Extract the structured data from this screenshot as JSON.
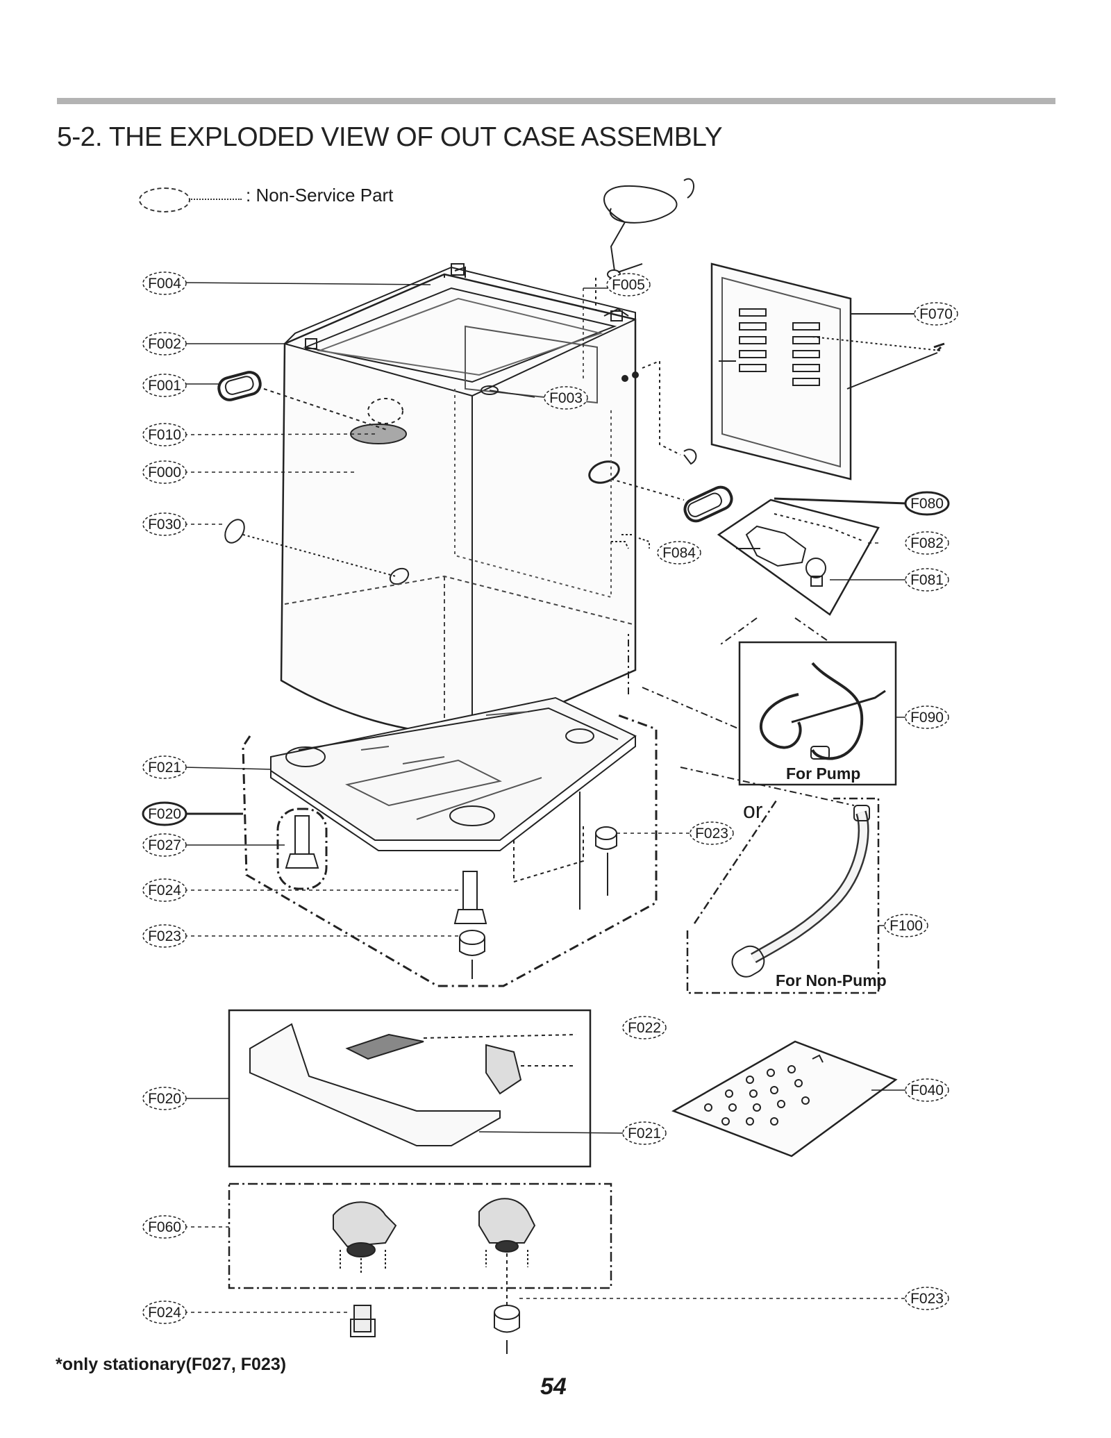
{
  "title": "5-2. THE EXPLODED VIEW OF OUT CASE ASSEMBLY",
  "legend": {
    "text": ": Non-Service Part"
  },
  "callouts": [
    {
      "id": "F004",
      "label": "F004"
    },
    {
      "id": "F005",
      "label": "F005"
    },
    {
      "id": "F070",
      "label": "F070"
    },
    {
      "id": "F002",
      "label": "F002"
    },
    {
      "id": "F001",
      "label": "F001"
    },
    {
      "id": "F003",
      "label": "F003"
    },
    {
      "id": "F010",
      "label": "F010"
    },
    {
      "id": "F000",
      "label": "F000"
    },
    {
      "id": "F080",
      "label": "F080"
    },
    {
      "id": "F030",
      "label": "F030"
    },
    {
      "id": "F082",
      "label": "F082"
    },
    {
      "id": "F084",
      "label": "F084"
    },
    {
      "id": "F081",
      "label": "F081"
    },
    {
      "id": "F090",
      "label": "F090"
    },
    {
      "id": "F021",
      "label": "F021"
    },
    {
      "id": "F020",
      "label": "F020"
    },
    {
      "id": "F027",
      "label": "F027"
    },
    {
      "id": "F023",
      "label": "F023"
    },
    {
      "id": "F024",
      "label": "F024"
    },
    {
      "id": "F023b",
      "label": "F023"
    },
    {
      "id": "F100",
      "label": "F100"
    },
    {
      "id": "F022",
      "label": "F022"
    },
    {
      "id": "F040",
      "label": "F040"
    },
    {
      "id": "F020b",
      "label": "F020"
    },
    {
      "id": "F021b",
      "label": "F021"
    },
    {
      "id": "F060",
      "label": "F060"
    },
    {
      "id": "F024b",
      "label": "F024"
    },
    {
      "id": "F023c",
      "label": "F023"
    }
  ],
  "captions": {
    "for_pump": "For Pump",
    "or": "or",
    "for_non_pump": "For Non-Pump"
  },
  "footnote": "*only stationary(F027, F023)",
  "page_number": "54"
}
